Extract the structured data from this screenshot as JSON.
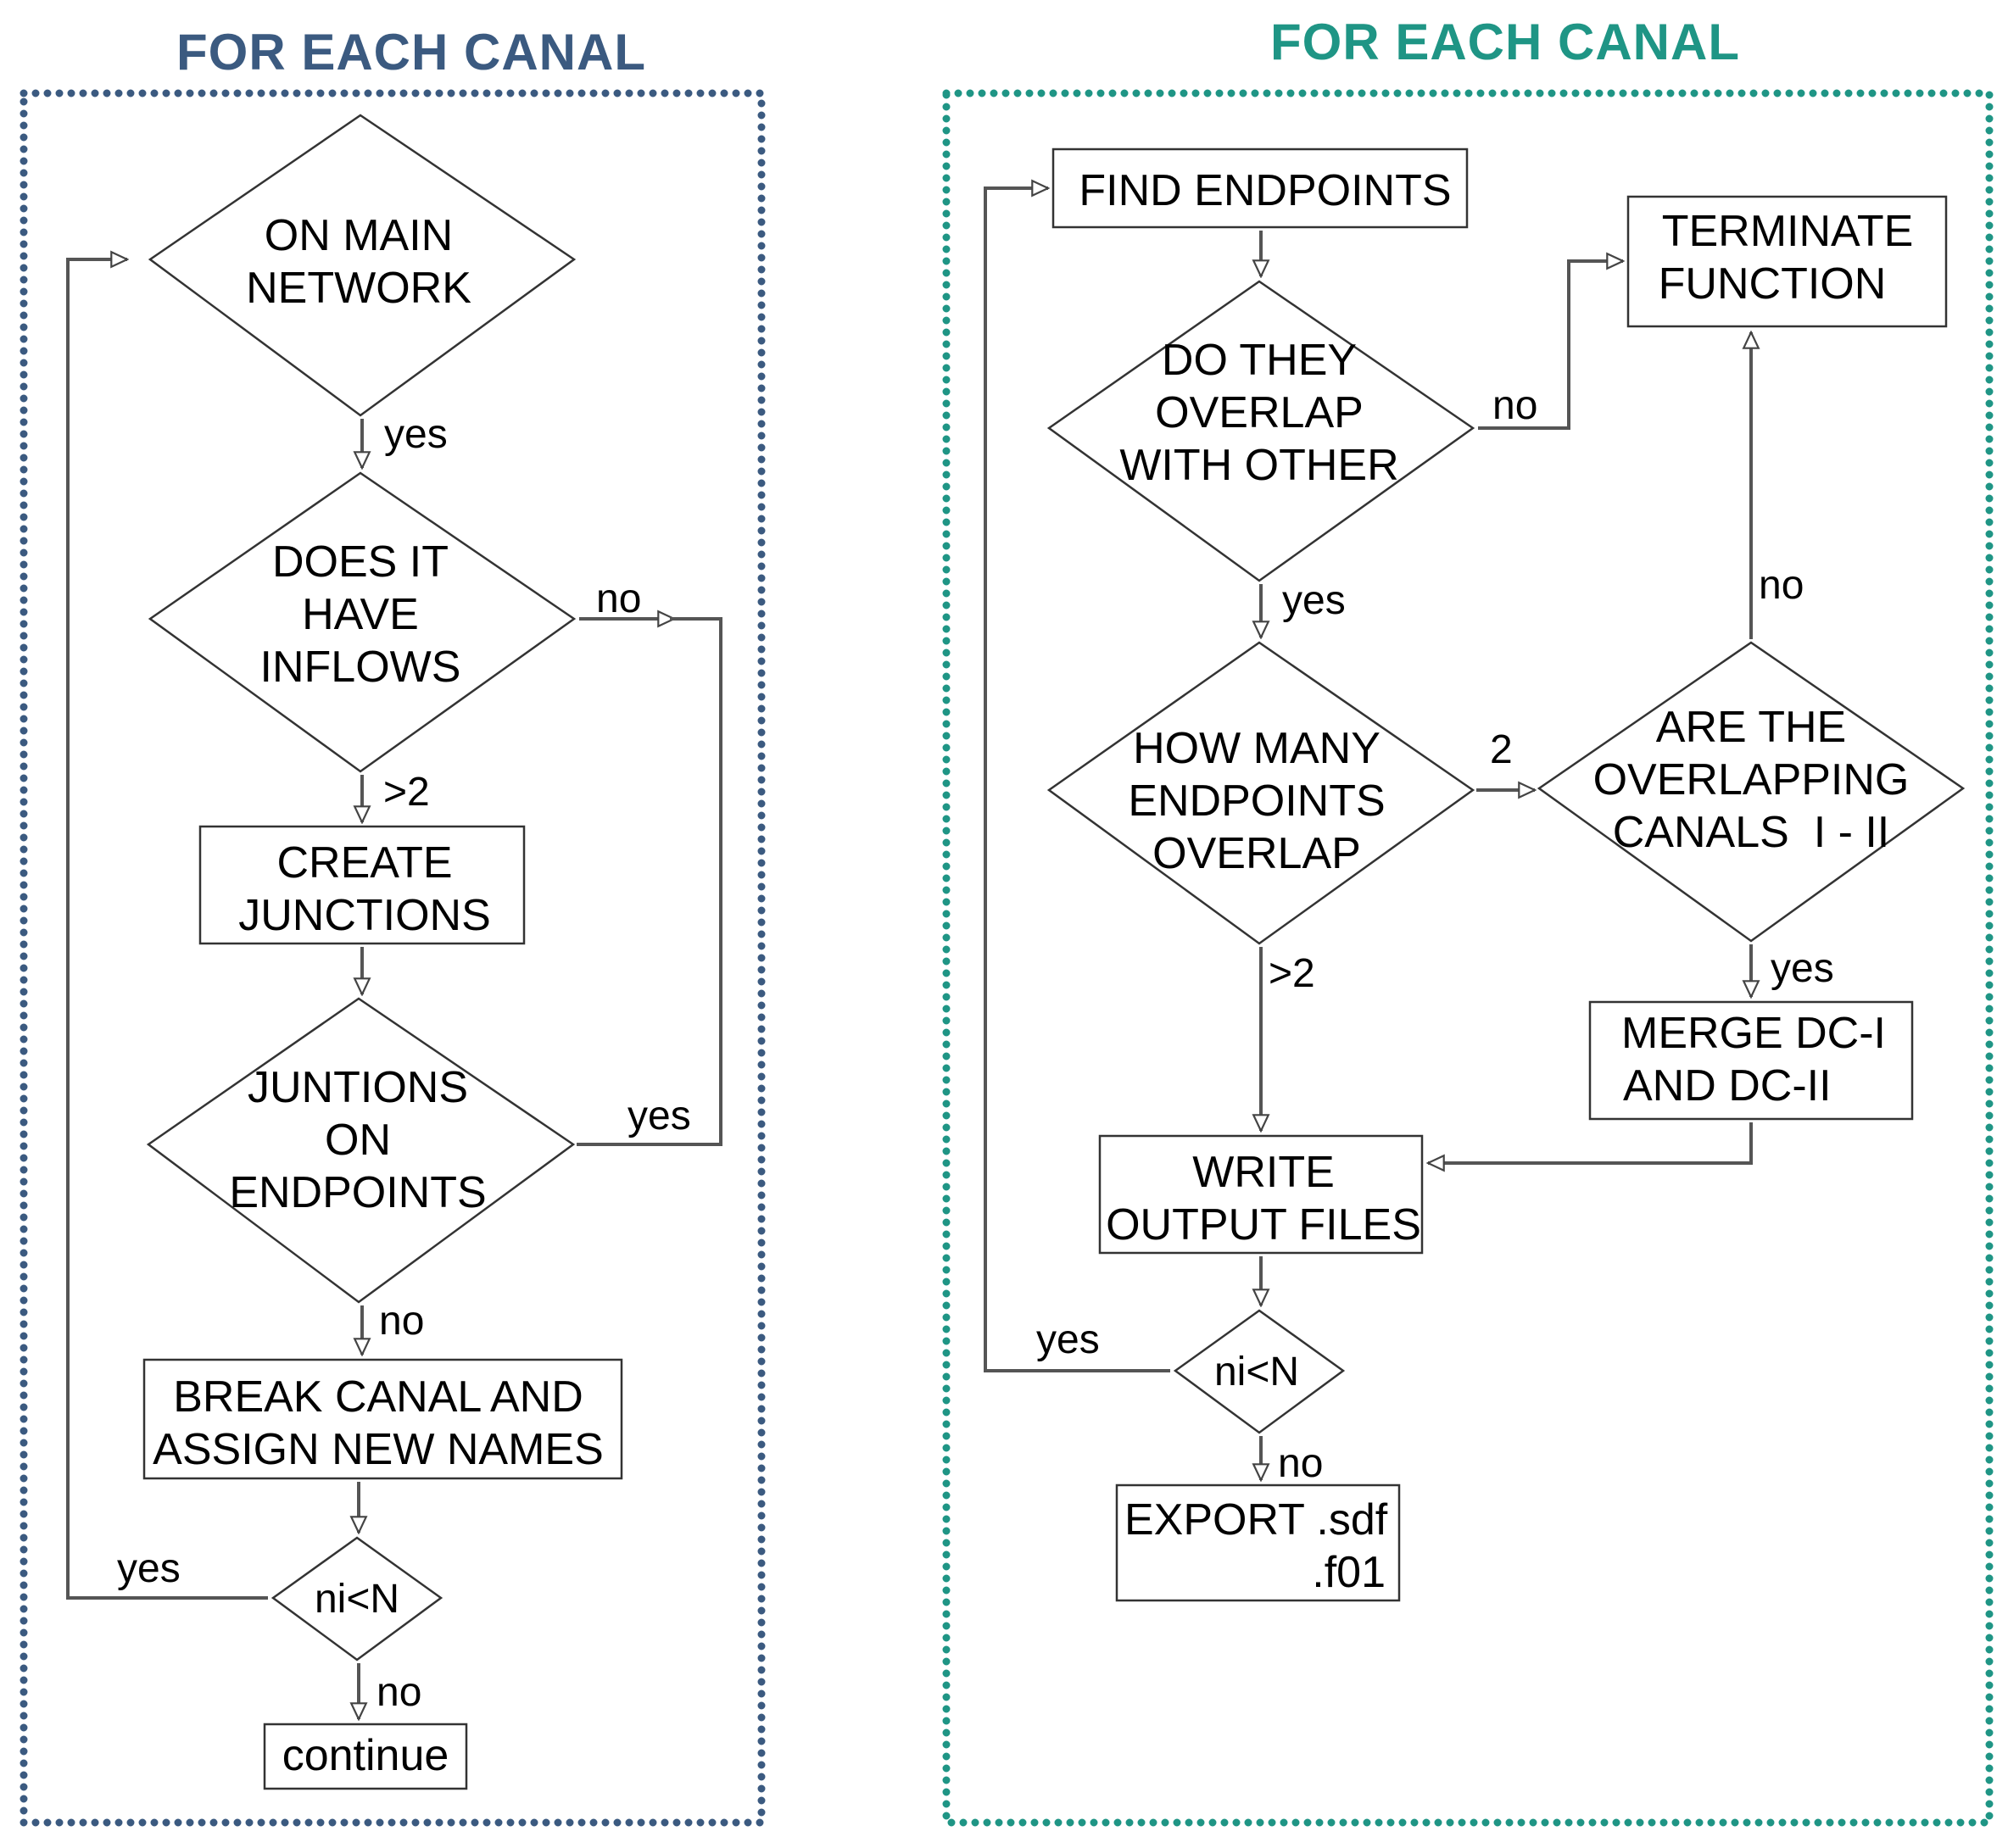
{
  "colors": {
    "left_panel": "#3b5a80",
    "right_panel": "#1f9585",
    "shape_stroke": "#333333",
    "line": "#555555"
  },
  "left": {
    "title": "FOR EACH CANAL",
    "on_main_network": [
      "ON MAIN",
      "NETWORK"
    ],
    "does_it_have_inflows": [
      "DOES IT",
      "HAVE",
      "INFLOWS"
    ],
    "create_junctions": [
      "CREATE",
      "JUNCTIONS"
    ],
    "juntions_on_endpoints": [
      "JUNTIONS",
      "ON",
      "ENDPOINTS"
    ],
    "break_canal": [
      "BREAK CANAL AND",
      "ASSIGN NEW NAMES"
    ],
    "loop_check": "ni<N",
    "continue": "continue",
    "label_yes_main": "yes",
    "label_no_inflows": "no",
    "label_gt2_inflows": ">2",
    "label_yes_junctions": "yes",
    "label_no_junctions": "no",
    "label_yes_loop": "yes",
    "label_no_loop": "no"
  },
  "right": {
    "title": "FOR EACH CANAL",
    "find_endpoints": "FIND ENDPOINTS",
    "overlap_other": [
      "DO THEY",
      "OVERLAP",
      "WITH OTHER"
    ],
    "terminate": [
      "TERMINATE",
      "FUNCTION"
    ],
    "how_many": [
      "HOW MANY",
      "ENDPOINTS",
      "OVERLAP"
    ],
    "overlapping_canals": [
      "ARE THE",
      "OVERLAPPING",
      "CANALS  I - II"
    ],
    "merge": [
      "MERGE DC-I",
      "AND DC-II"
    ],
    "write_output": [
      "WRITE",
      "OUTPUT FILES"
    ],
    "loop_check": "ni<N",
    "export": [
      "EXPORT .sdf",
      ".f01"
    ],
    "label_no_overlap": "no",
    "label_yes_overlap": "yes",
    "label_2": "2",
    "label_gt2": ">2",
    "label_no_canals": "no",
    "label_yes_canals": "yes",
    "label_yes_loop": "yes",
    "label_no_loop": "no"
  }
}
